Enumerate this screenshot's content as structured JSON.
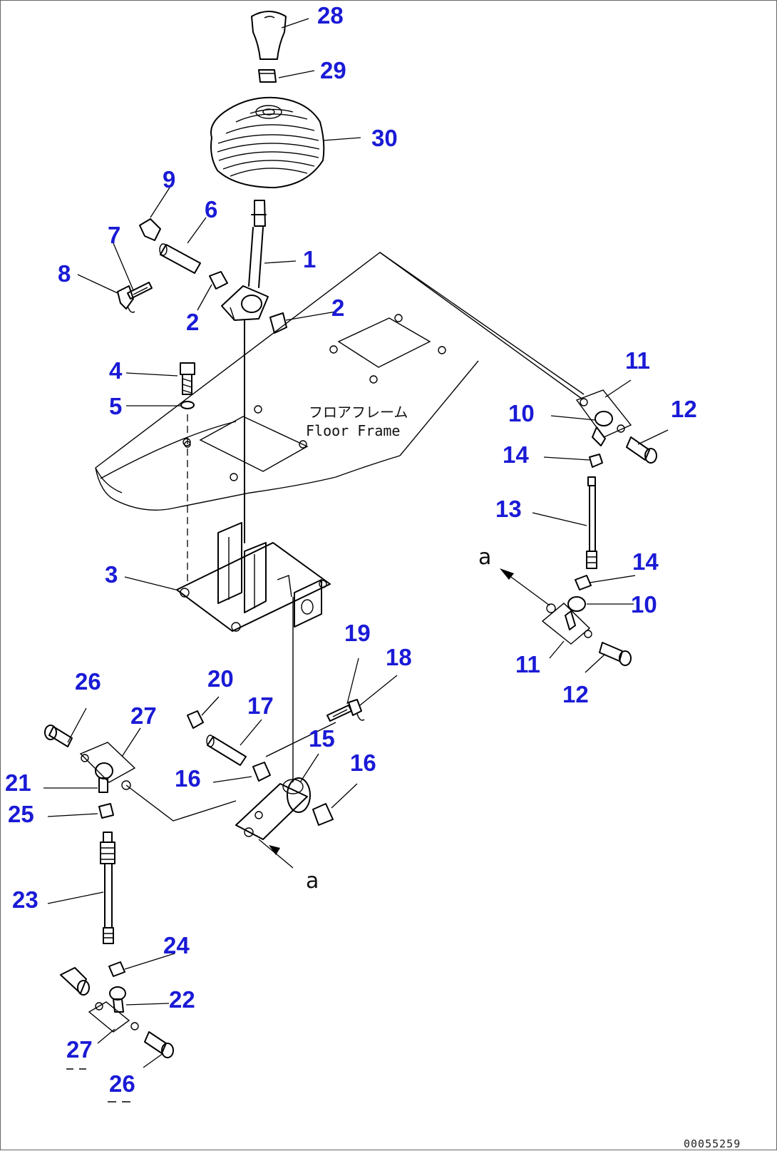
{
  "diagram": {
    "frame_label_jp": "フロアフレーム",
    "frame_label_en": "Floor Frame",
    "view_letter": "a",
    "doc_id": "00055259",
    "callouts": {
      "c28": "28",
      "c29": "29",
      "c30": "30",
      "c9": "9",
      "c6": "6",
      "c7": "7",
      "c8": "8",
      "c1": "1",
      "c2a": "2",
      "c2b": "2",
      "c4": "4",
      "c5": "5",
      "c3": "3",
      "c11a": "11",
      "c10a": "10",
      "c12a": "12",
      "c14a": "14",
      "c13": "13",
      "c14b": "14",
      "c10b": "10",
      "c11b": "11",
      "c12b": "12",
      "c26a": "26",
      "c27a": "27",
      "c20": "20",
      "c17": "17",
      "c19": "19",
      "c18": "18",
      "c15": "15",
      "c21": "21",
      "c16a": "16",
      "c16b": "16",
      "c25": "25",
      "c23": "23",
      "c24": "24",
      "c22": "22",
      "c27b": "27",
      "c26b": "26"
    }
  }
}
